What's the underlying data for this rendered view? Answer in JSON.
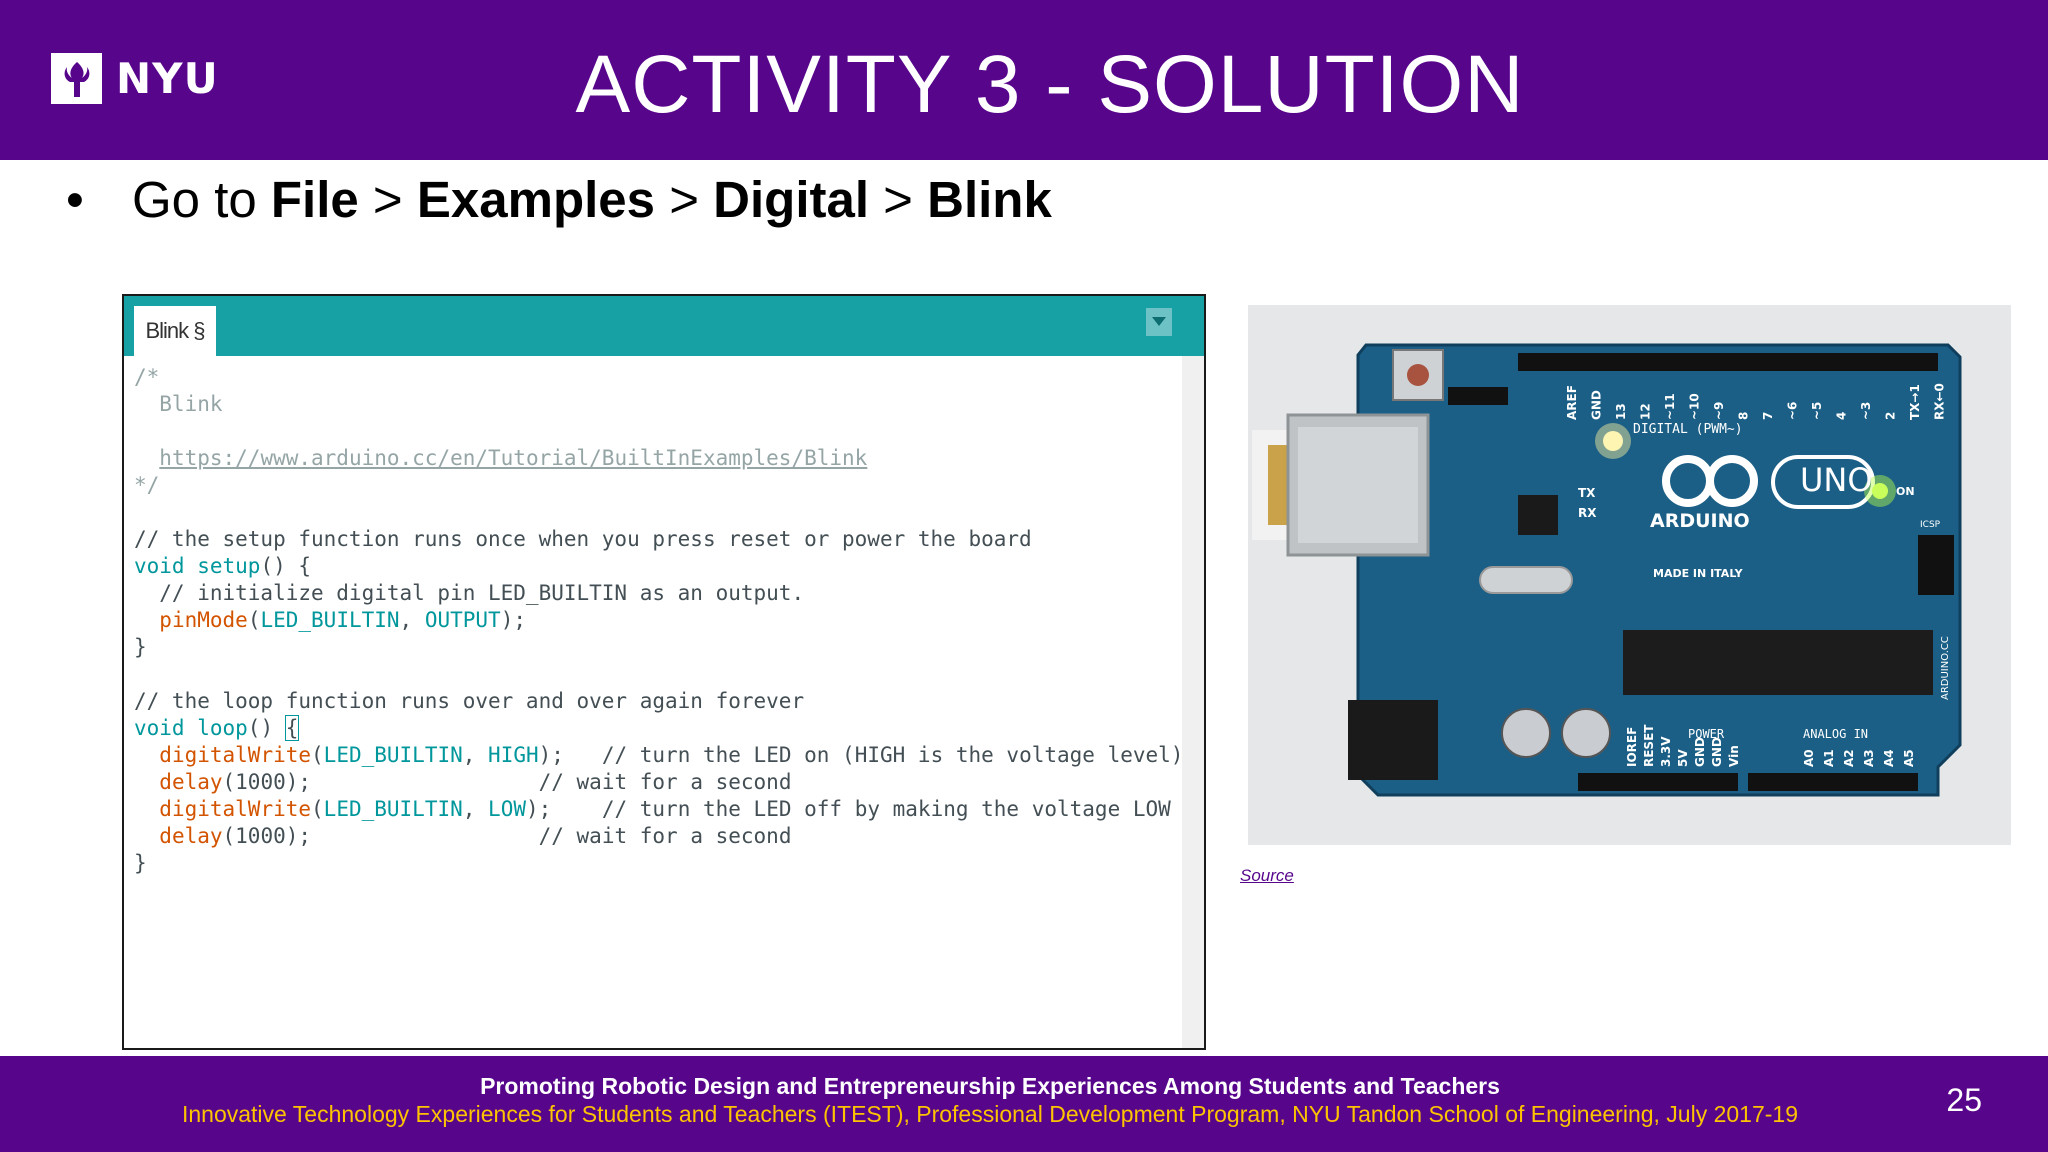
{
  "header": {
    "logo_text": "NYU",
    "title": "ACTIVITY 3 - SOLUTION"
  },
  "instruction": {
    "bullet": "•",
    "prefix": "Go to ",
    "steps": [
      "File",
      "Examples",
      "Digital",
      "Blink"
    ],
    "separator": " > "
  },
  "ide": {
    "tab_label": "Blink §",
    "code": {
      "l1": "/*",
      "l2": "  Blink",
      "l3_url": "https://www.arduino.cc/en/Tutorial/BuiltInExamples/Blink",
      "l4": "*/",
      "l5": "// the setup function runs once when you press reset or power the board",
      "l6_kw": "void",
      "l6_fn": " setup",
      "l6_rest": "() {",
      "l7": "  // initialize digital pin LED_BUILTIN as an output.",
      "l8_fn": "pinMode",
      "l8_a": "LED_BUILTIN",
      "l8_b": "OUTPUT",
      "l9": "}",
      "l10": "// the loop function runs over and over again forever",
      "l11_kw": "void",
      "l11_fn": " loop",
      "l11_rest": "() ",
      "l11_brace": "{",
      "l12_fn": "digitalWrite",
      "l12_a": "LED_BUILTIN",
      "l12_b": "HIGH",
      "l12_c": "// turn the LED on (HIGH is the voltage level)",
      "l13_fn": "delay",
      "l13_v": "(1000);",
      "l13_c": "// wait for a second",
      "l14_fn": "digitalWrite",
      "l14_a": "LED_BUILTIN",
      "l14_b": "LOW",
      "l14_c": "// turn the LED off by making the voltage LOW",
      "l15_fn": "delay",
      "l15_v": "(1000);",
      "l15_c": "// wait for a second",
      "l16": "}"
    }
  },
  "board": {
    "header_digits": [
      "AREF",
      "GND",
      "13",
      "12",
      "~11",
      "~10",
      "~9",
      "8",
      "7",
      "~6",
      "~5",
      "4",
      "~3",
      "2",
      "TX→1",
      "RX←0"
    ],
    "digital_label": "DIGITAL (PWM~)",
    "uno": "UNO",
    "brand": "ARDUINO",
    "on": "ON",
    "tx": "TX",
    "rx": "RX",
    "made_in": "MADE IN ITALY",
    "icsp": "ICSP",
    "power": "POWER",
    "analog_in": "ANALOG IN",
    "power_pins": [
      "IOREF",
      "RESET",
      "3.3V",
      "5V",
      "GND",
      "GND",
      "Vin"
    ],
    "analog_pins": [
      "A0",
      "A1",
      "A2",
      "A3",
      "A4",
      "A5"
    ],
    "side": "ARDUINO.CC",
    "colors": {
      "pcb": "#1b5f86",
      "pcb_dark": "#0f3f5c"
    }
  },
  "source_label": "Source",
  "footer": {
    "line1": "Promoting Robotic Design and Entrepreneurship Experiences Among Students and Teachers",
    "line2": "Innovative Technology Experiences for Students and Teachers (ITEST), Professional Development Program, NYU Tandon School of Engineering, July 2017-19",
    "page": "25"
  }
}
